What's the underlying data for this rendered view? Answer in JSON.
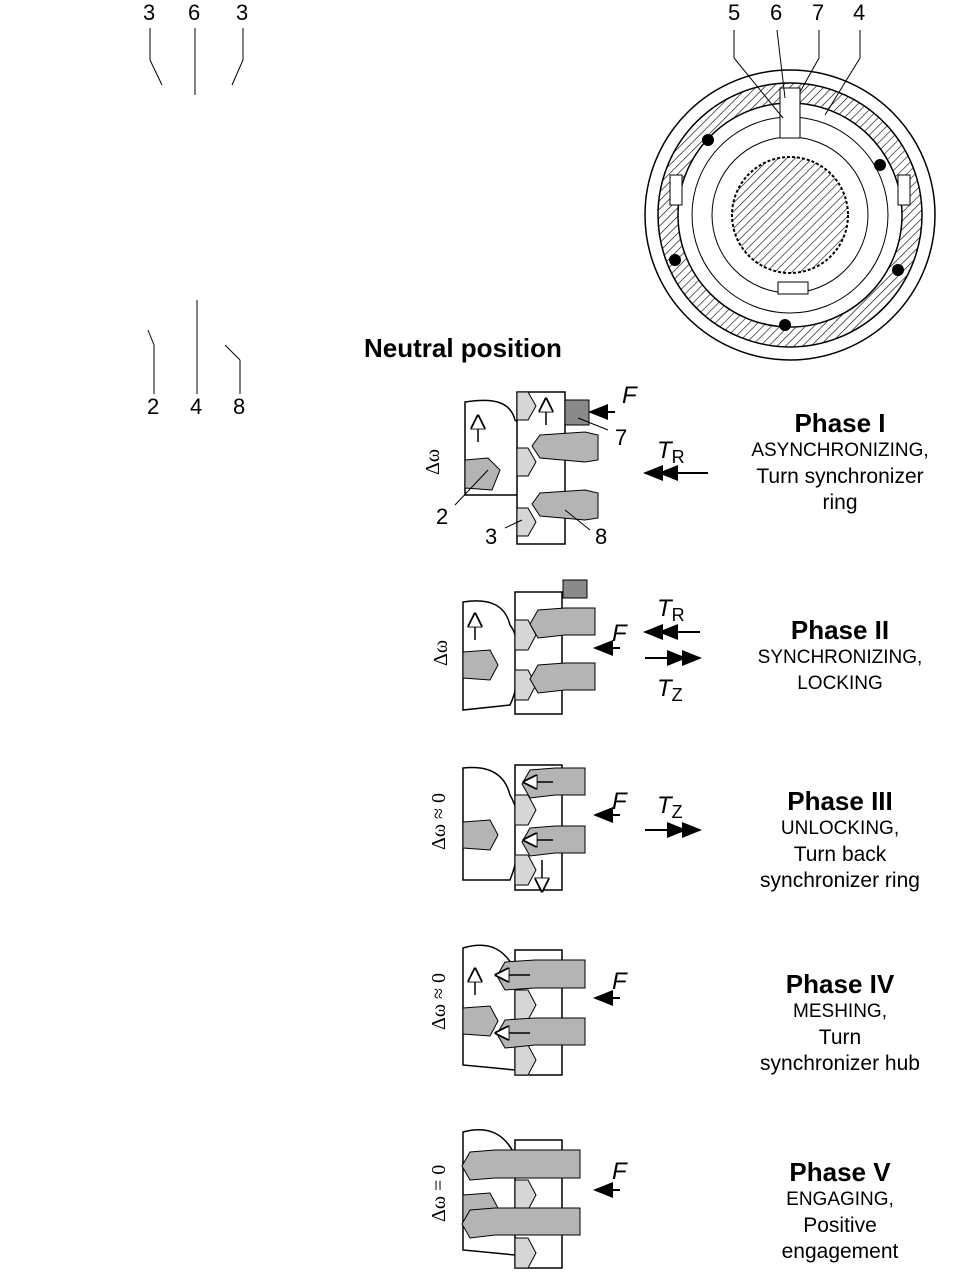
{
  "title": "Neutral position",
  "assemblies": [
    {
      "id": "neutral",
      "labels_top": [
        "3",
        "6",
        "3"
      ],
      "labels_bottom": [
        "2",
        "4",
        "8"
      ]
    },
    {
      "id": "phase-2-assembly"
    },
    {
      "id": "phase-4-assembly"
    }
  ],
  "end_view": {
    "labels": [
      "5",
      "6",
      "7",
      "4"
    ]
  },
  "phases": [
    {
      "name": "Phase I",
      "lines": [
        "ASYNCHRONIZING,",
        "Turn synchronizer",
        "ring"
      ],
      "delta_omega": "Δω",
      "part_labels": [
        "2",
        "3",
        "8",
        "7"
      ],
      "forces": [
        "F",
        "T",
        "R"
      ]
    },
    {
      "name": "Phase II",
      "lines": [
        "SYNCHRONIZING,",
        "LOCKING"
      ],
      "delta_omega": "Δω",
      "forces": [
        "F",
        "T",
        "R",
        "T",
        "Z"
      ]
    },
    {
      "name": "Phase III",
      "lines": [
        "UNLOCKING,",
        "Turn back",
        "synchronizer ring"
      ],
      "delta_omega": "Δω ≈ 0",
      "forces": [
        "F",
        "T",
        "Z"
      ]
    },
    {
      "name": "Phase IV",
      "lines": [
        "MESHING,",
        "Turn",
        "synchronizer hub"
      ],
      "delta_omega": "Δω ≈ 0",
      "forces": [
        "F"
      ]
    },
    {
      "name": "Phase V",
      "lines": [
        "ENGAGING,",
        "Positive",
        "engagement"
      ],
      "delta_omega": "Δω = 0",
      "forces": [
        "F"
      ]
    }
  ],
  "colors": {
    "light_gray": "#d6d6d6",
    "mid_gray": "#b4b4b4",
    "dark_gray": "#8a8a8a",
    "line": "#000000"
  }
}
